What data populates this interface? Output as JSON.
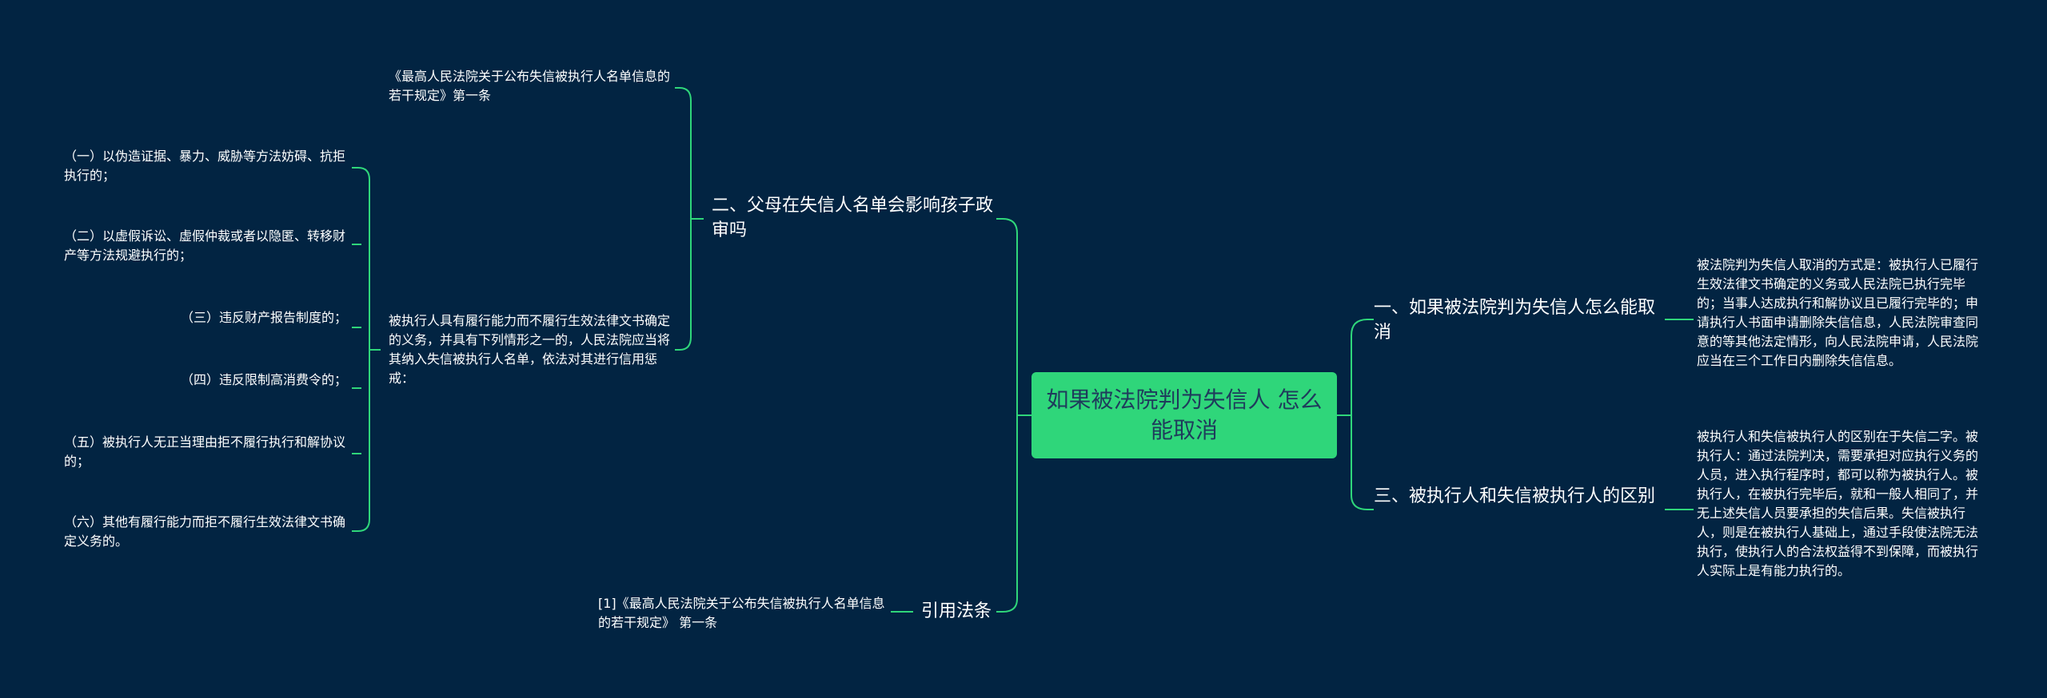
{
  "colors": {
    "background": "#022442",
    "accent": "#2fd67a",
    "line": "#2fd67a",
    "text": "#ffffff"
  },
  "root": {
    "label": "如果被法院判为失信人 怎么能取消"
  },
  "branches": {
    "b1": {
      "label": "一、如果被法院判为失信人怎么能取消"
    },
    "b1_leaf": {
      "label": "被法院判为失信人取消的方式是：被执行人已履行生效法律文书确定的义务或人民法院已执行完毕的；当事人达成执行和解协议且已履行完毕的；申请执行人书面申请删除失信信息，人民法院审查同意的等其他法定情形，向人民法院申请，人民法院应当在三个工作日内删除失信信息。"
    },
    "b3": {
      "label": "三、被执行人和失信被执行人的区别"
    },
    "b3_leaf": {
      "label": "被执行人和失信被执行人的区别在于失信二字。被执行人：通过法院判决，需要承担对应执行义务的人员，进入执行程序时，都可以称为被执行人。被执行人，在被执行完毕后，就和一般人相同了，并无上述失信人员要承担的失信后果。失信被执行人，则是在被执行人基础上，通过手段使法院无法执行，使执行人的合法权益得不到保障，而被执行人实际上是有能力执行的。"
    },
    "b2": {
      "label": "二、父母在失信人名单会影响孩子政审吗"
    },
    "b2_leaf_a": {
      "label": "《最高人民法院关于公布失信被执行人名单信息的若干规定》第一条"
    },
    "b2_leaf_b": {
      "label": "被执行人具有履行能力而不履行生效法律文书确定的义务，并具有下列情形之一的，人民法院应当将其纳入失信被执行人名单，依法对其进行信用惩戒："
    },
    "b2_items": [
      "（一）以伪造证据、暴力、威胁等方法妨碍、抗拒执行的；",
      "（二）以虚假诉讼、虚假仲裁或者以隐匿、转移财产等方法规避执行的；",
      "（三）违反财产报告制度的；",
      "（四）违反限制高消费令的；",
      "（五）被执行人无正当理由拒不履行执行和解协议的；",
      "（六）其他有履行能力而拒不履行生效法律文书确定义务的。"
    ],
    "b4": {
      "label": "引用法条"
    },
    "b4_leaf": {
      "label": "[1]《最高人民法院关于公布失信被执行人名单信息的若干规定》 第一条"
    }
  }
}
